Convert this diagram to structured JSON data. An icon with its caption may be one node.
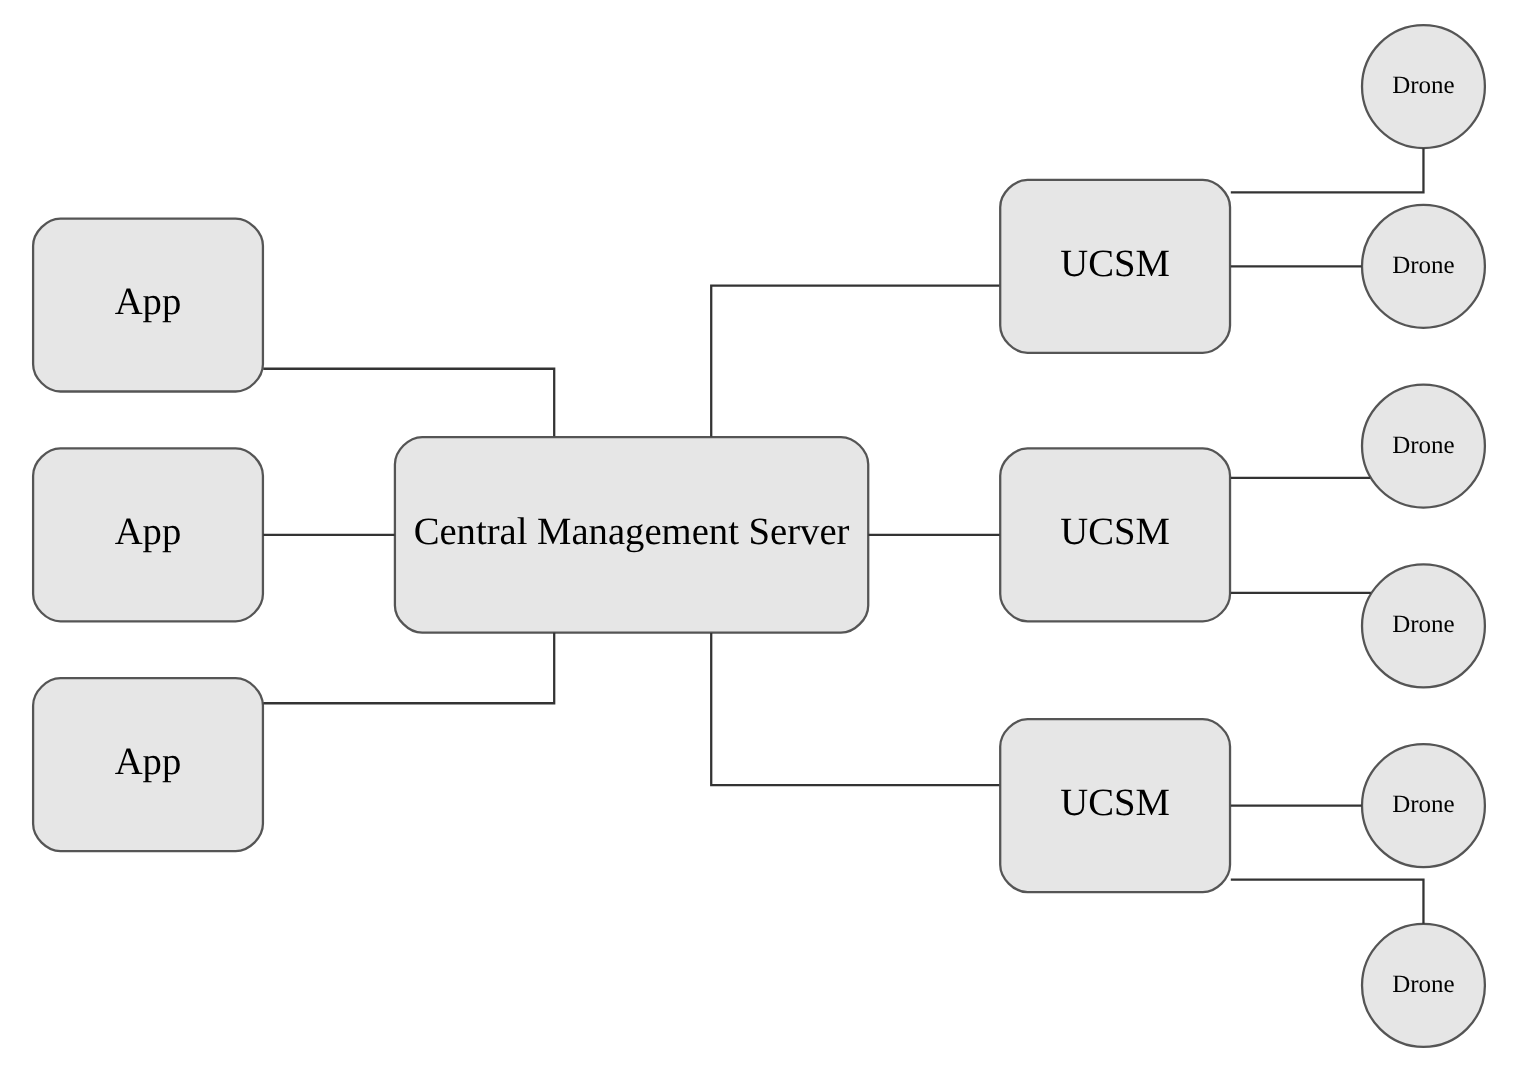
{
  "diagram": {
    "nodes": [
      {
        "text": [
          "App"
        ]
      },
      {
        "text": [
          "App"
        ]
      },
      {
        "text": [
          "App"
        ]
      },
      {
        "text": [
          "Central Management Server"
        ]
      },
      {
        "text": [
          "UCSM"
        ]
      },
      {
        "text": [
          "UCSM"
        ]
      },
      {
        "text": [
          "UCSM"
        ]
      },
      {
        "text": [
          "Drone"
        ]
      },
      {
        "text": [
          "Drone"
        ]
      },
      {
        "text": [
          "Drone"
        ]
      },
      {
        "text": [
          "Drone"
        ]
      },
      {
        "text": [
          "Drone"
        ]
      },
      {
        "text": [
          "Drone"
        ]
      }
    ],
    "edges": [
      {
        "from": 0,
        "to": 3,
        "arrow": "none"
      },
      {
        "from": 1,
        "to": 3,
        "arrow": "none"
      },
      {
        "from": 2,
        "to": 3,
        "arrow": "none"
      },
      {
        "from": 3,
        "to": 4,
        "arrow": "none"
      },
      {
        "from": 3,
        "to": 5,
        "arrow": "none"
      },
      {
        "from": 3,
        "to": 6,
        "arrow": "none"
      },
      {
        "from": 4,
        "to": 7,
        "arrow": "none"
      },
      {
        "from": 4,
        "to": 8,
        "arrow": "none"
      },
      {
        "from": 5,
        "to": 9,
        "arrow": "none"
      },
      {
        "from": 5,
        "to": 10,
        "arrow": "none"
      },
      {
        "from": 6,
        "to": 11,
        "arrow": "none"
      },
      {
        "from": 6,
        "to": 12,
        "arrow": "none"
      }
    ]
  }
}
